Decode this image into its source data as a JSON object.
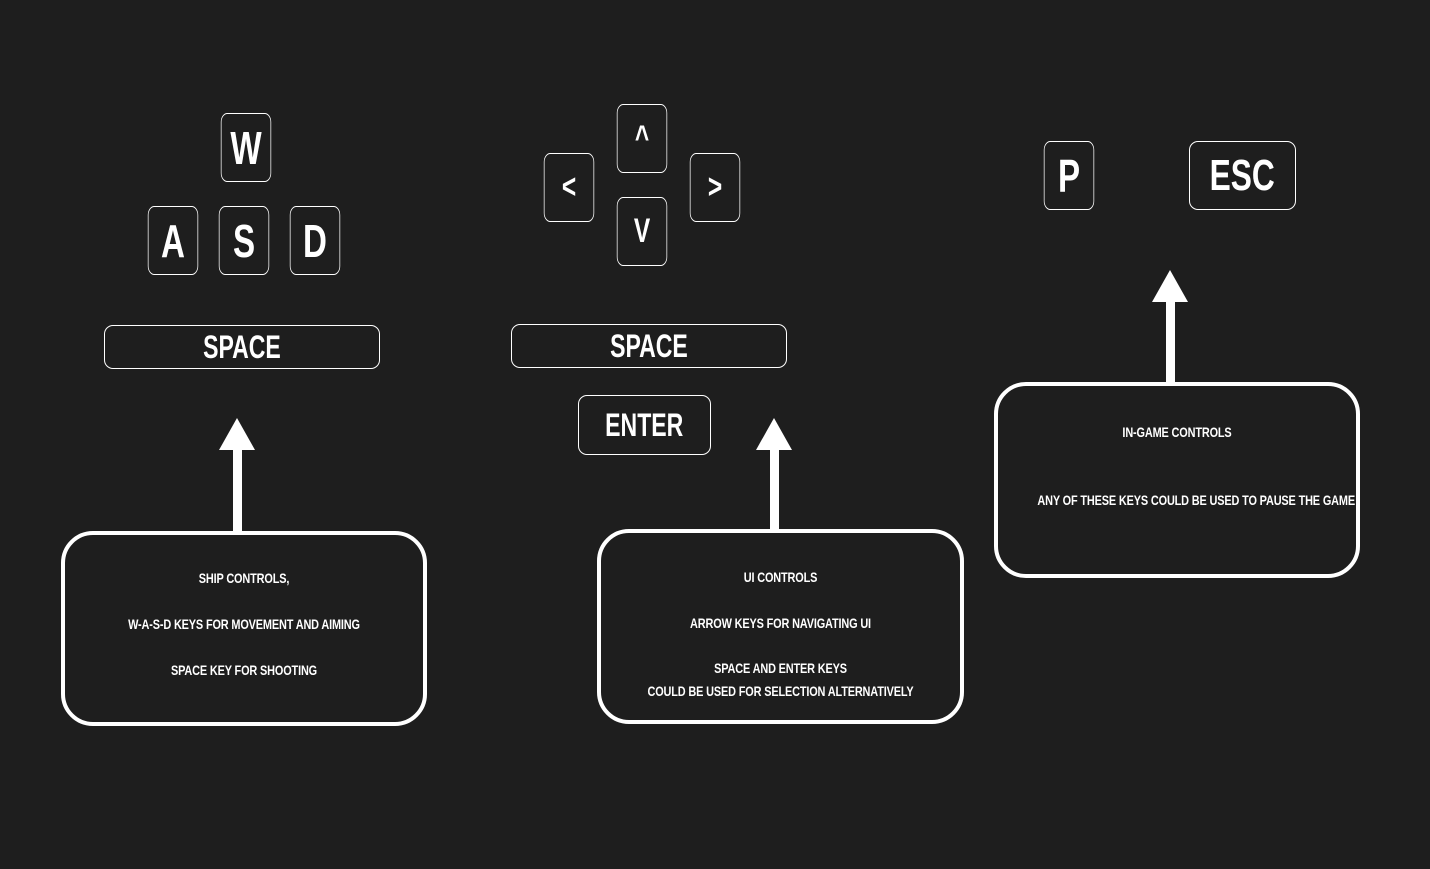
{
  "ship_controls": {
    "keys": {
      "w": "W",
      "a": "A",
      "s": "S",
      "d": "D",
      "space": "SPACE"
    },
    "description": {
      "line1": "Ship Controls,",
      "line2": "W-A-S-D  keys for movement  and aiming",
      "line3": "Space key for shooting"
    }
  },
  "ui_controls": {
    "keys": {
      "up": "^",
      "left": "<",
      "right": ">",
      "down": "v",
      "space": "SPACE",
      "enter": "ENTER"
    },
    "description": {
      "line1": "UI Controls",
      "line2": "Arrow  keys for navigating UI",
      "line3": "Space and enter keys",
      "line4": "could be used for selection alternatively"
    }
  },
  "ingame_controls": {
    "keys": {
      "pause": "P",
      "escape": "ESC"
    },
    "description": {
      "line1": "In-Game Controls",
      "line2": "Any of these keys could be used to pause the game"
    }
  },
  "colors": {
    "background": "#1e1e1e",
    "foreground": "#ffffff"
  }
}
